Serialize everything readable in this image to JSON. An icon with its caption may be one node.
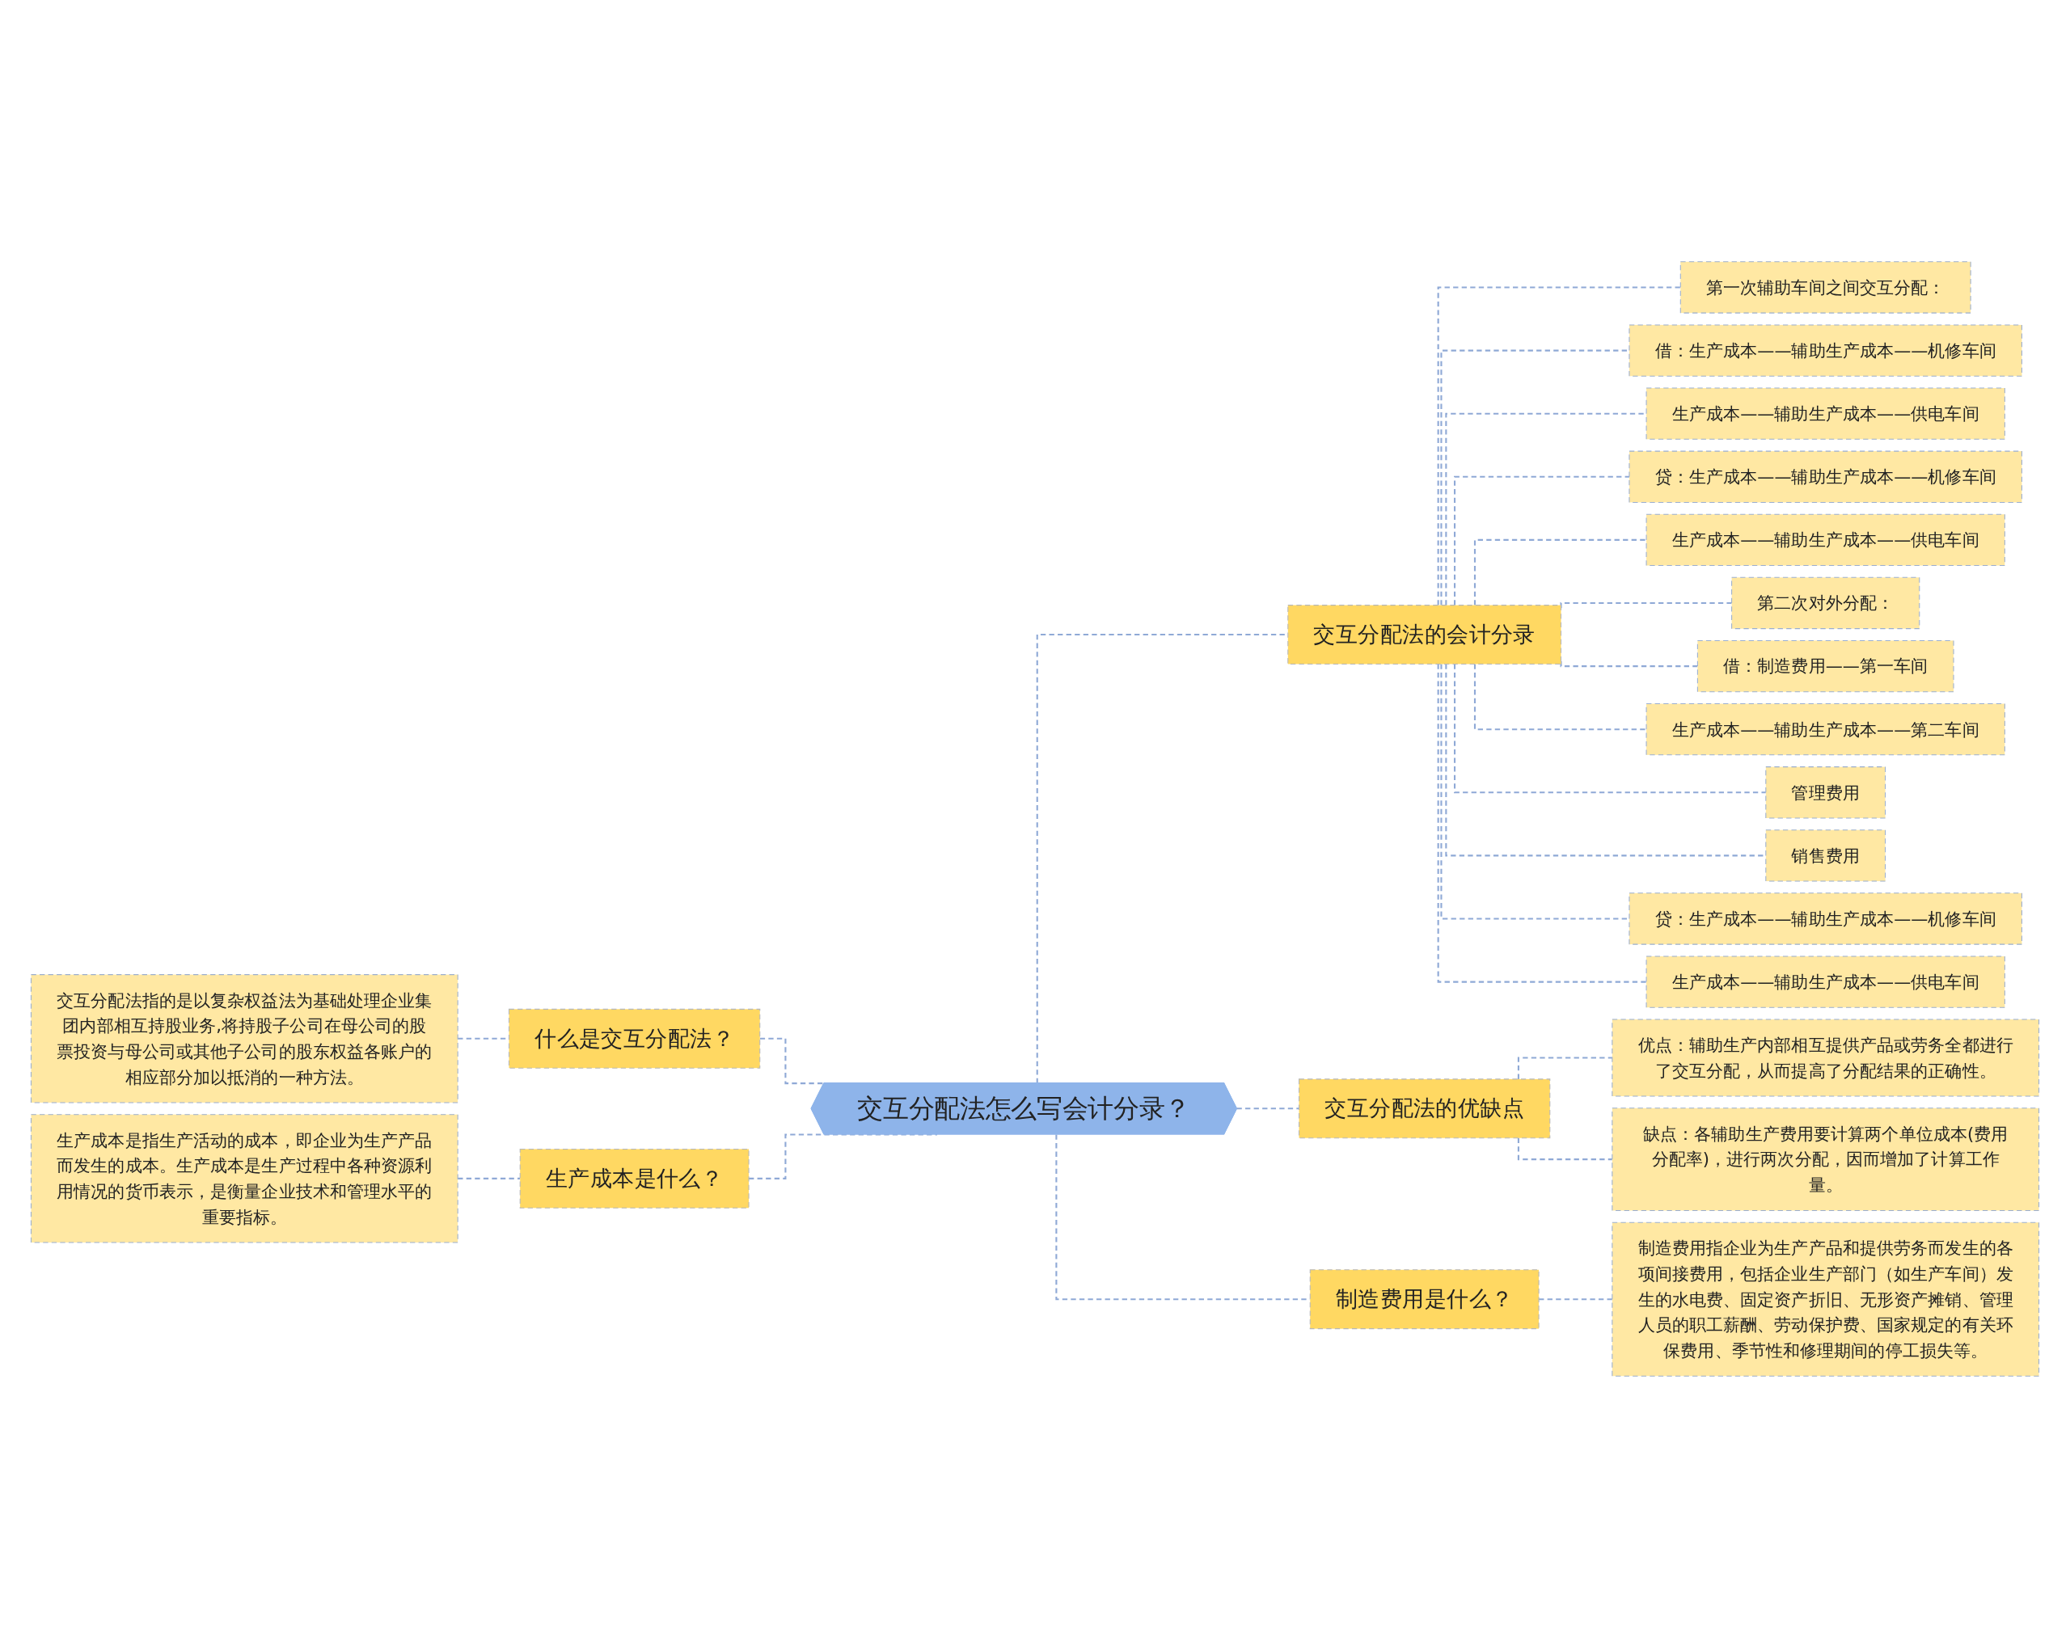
{
  "diagram": {
    "nodes": [
      {
        "text": [
          "交互分配法怎么写会计分录？"
        ]
      },
      {
        "text": [
          "什么是交互分配法？"
        ]
      },
      {
        "text": [
          "交互分配法指的是以复杂权益法为基础处理企业集团内部相互持股业务,将持股子公司在母公司的股票投资与母公司或其他子公司的股东权益各账户的相应部分加以抵消的一种方法。"
        ]
      },
      {
        "text": [
          "生产成本是什么？"
        ]
      },
      {
        "text": [
          "生产成本是指生产活动的成本，即企业为生产产品而发生的成本。生产成本是生产过程中各种资源利用情况的货币表示，是衡量企业技术和管理水平的重要指标。"
        ]
      },
      {
        "text": [
          "交互分配法的会计分录"
        ]
      },
      {
        "text": [
          "第一次辅助车间之间交互分配："
        ]
      },
      {
        "text": [
          "借：生产成本——辅助生产成本——机修车间"
        ]
      },
      {
        "text": [
          "生产成本——辅助生产成本——供电车间"
        ]
      },
      {
        "text": [
          "贷：生产成本——辅助生产成本——机修车间"
        ]
      },
      {
        "text": [
          "生产成本——辅助生产成本——供电车间"
        ]
      },
      {
        "text": [
          "第二次对外分配："
        ]
      },
      {
        "text": [
          "借：制造费用——第一车间"
        ]
      },
      {
        "text": [
          "生产成本——辅助生产成本——第二车间"
        ]
      },
      {
        "text": [
          "管理费用"
        ]
      },
      {
        "text": [
          "销售费用"
        ]
      },
      {
        "text": [
          "贷：生产成本——辅助生产成本——机修车间"
        ]
      },
      {
        "text": [
          "生产成本——辅助生产成本——供电车间"
        ]
      },
      {
        "text": [
          "交互分配法的优缺点"
        ]
      },
      {
        "text": [
          "优点：辅助生产内部相互提供产品或劳务全都进行了交互分配，从而提高了分配结果的正确性。"
        ]
      },
      {
        "text": [
          "缺点：各辅助生产费用要计算两个单位成本(费用分配率)，进行两次分配，因而增加了计算工作量。"
        ]
      },
      {
        "text": [
          "制造费用是什么？"
        ]
      },
      {
        "text": [
          "制造费用指企业为生产产品和提供劳务而发生的各项间接费用，包括企业生产部门（如生产车间）发生的水电费、固定资产折旧、无形资产摊销、管理人员的职工薪酬、劳动保护费、国家规定的有关环保费用、季节性和修理期间的停工损失等。"
        ]
      }
    ],
    "edges": [
      {
        "from": 0,
        "to": 1,
        "arrow": "none"
      },
      {
        "from": 1,
        "to": 2,
        "arrow": "none"
      },
      {
        "from": 0,
        "to": 3,
        "arrow": "none"
      },
      {
        "from": 3,
        "to": 4,
        "arrow": "none"
      },
      {
        "from": 0,
        "to": 5,
        "arrow": "none"
      },
      {
        "from": 5,
        "to": 6,
        "arrow": "none"
      },
      {
        "from": 5,
        "to": 7,
        "arrow": "none"
      },
      {
        "from": 5,
        "to": 8,
        "arrow": "none"
      },
      {
        "from": 5,
        "to": 9,
        "arrow": "none"
      },
      {
        "from": 5,
        "to": 10,
        "arrow": "none"
      },
      {
        "from": 5,
        "to": 11,
        "arrow": "none"
      },
      {
        "from": 5,
        "to": 12,
        "arrow": "none"
      },
      {
        "from": 5,
        "to": 13,
        "arrow": "none"
      },
      {
        "from": 5,
        "to": 14,
        "arrow": "none"
      },
      {
        "from": 5,
        "to": 15,
        "arrow": "none"
      },
      {
        "from": 5,
        "to": 16,
        "arrow": "none"
      },
      {
        "from": 5,
        "to": 17,
        "arrow": "none"
      },
      {
        "from": 0,
        "to": 18,
        "arrow": "none"
      },
      {
        "from": 18,
        "to": 19,
        "arrow": "none"
      },
      {
        "from": 18,
        "to": 20,
        "arrow": "none"
      },
      {
        "from": 0,
        "to": 21,
        "arrow": "none"
      },
      {
        "from": 21,
        "to": 22,
        "arrow": "none"
      }
    ]
  }
}
